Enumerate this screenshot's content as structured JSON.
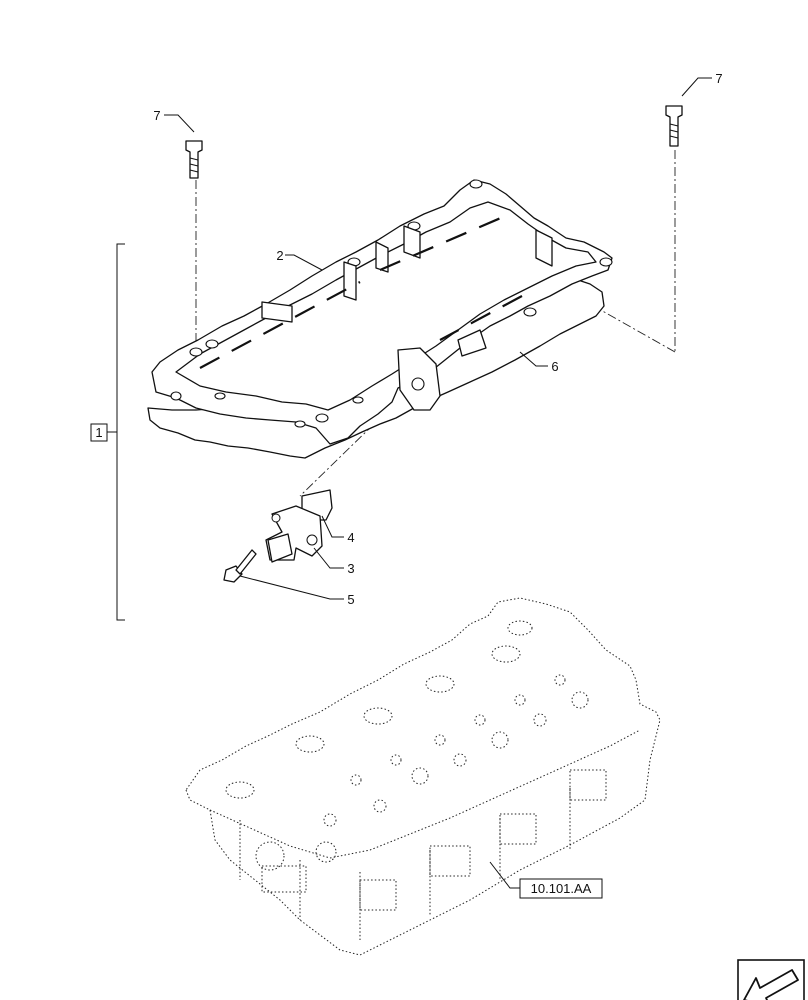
{
  "callouts": {
    "group": "1",
    "cover": "2",
    "sensor": "3",
    "seal": "4",
    "screw": "5",
    "gasket": "6",
    "bolt_left": "7",
    "bolt_right": "7",
    "reference": "10.101.AA"
  },
  "icons": {
    "navigation": "arrow-icon"
  }
}
